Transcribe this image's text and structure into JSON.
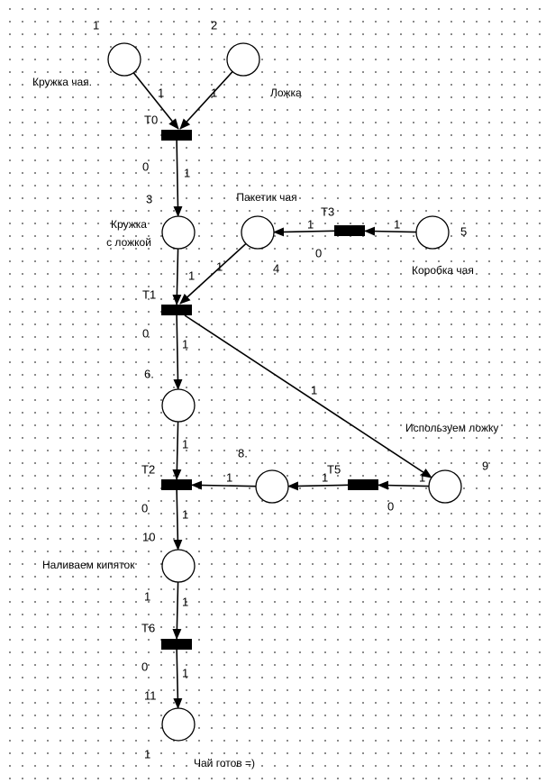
{
  "places": [
    {
      "id": "1",
      "label": "Кружка чая.",
      "tokens": ""
    },
    {
      "id": "2",
      "label": "Ложка",
      "tokens": ""
    },
    {
      "id": "3",
      "label": "Кружка\nс ложкой",
      "tokens": ""
    },
    {
      "id": "4",
      "label": "Пакетик чая",
      "tokens": ""
    },
    {
      "id": "5",
      "label": "Коробка чая",
      "tokens": ""
    },
    {
      "id": "6.",
      "label": "",
      "tokens": ""
    },
    {
      "id": "8.",
      "label": "",
      "tokens": ""
    },
    {
      "id": "9",
      "label": "Используем ложку",
      "tokens": ""
    },
    {
      "id": "10",
      "label": "Наливаем кипяток",
      "tokens": "1"
    },
    {
      "id": "11",
      "label": "Чай готов =)",
      "tokens": "1"
    }
  ],
  "transitions": [
    {
      "name": "T0",
      "value": "0"
    },
    {
      "name": "T1",
      "value": "0"
    },
    {
      "name": "T2",
      "value": "0"
    },
    {
      "name": "T3",
      "value": "0"
    },
    {
      "name": "T5",
      "value": "0"
    },
    {
      "name": "T6",
      "value": "0"
    }
  ],
  "arcs": [
    {
      "from": "1",
      "to": "T0",
      "weight": "1"
    },
    {
      "from": "2",
      "to": "T0",
      "weight": "1"
    },
    {
      "from": "T0",
      "to": "3",
      "weight": "1"
    },
    {
      "from": "5",
      "to": "T3",
      "weight": "1"
    },
    {
      "from": "T3",
      "to": "4",
      "weight": "1"
    },
    {
      "from": "3",
      "to": "T1",
      "weight": "1"
    },
    {
      "from": "4",
      "to": "T1",
      "weight": "1"
    },
    {
      "from": "T1",
      "to": "6.",
      "weight": "1"
    },
    {
      "from": "T1",
      "to": "9",
      "weight": "1"
    },
    {
      "from": "9",
      "to": "T5",
      "weight": "1"
    },
    {
      "from": "T5",
      "to": "8.",
      "weight": "1"
    },
    {
      "from": "8.",
      "to": "T2",
      "weight": "1"
    },
    {
      "from": "6.",
      "to": "T2",
      "weight": "1"
    },
    {
      "from": "T2",
      "to": "10",
      "weight": "1"
    },
    {
      "from": "10",
      "to": "T6",
      "weight": "1"
    },
    {
      "from": "T6",
      "to": "11",
      "weight": "1"
    }
  ]
}
